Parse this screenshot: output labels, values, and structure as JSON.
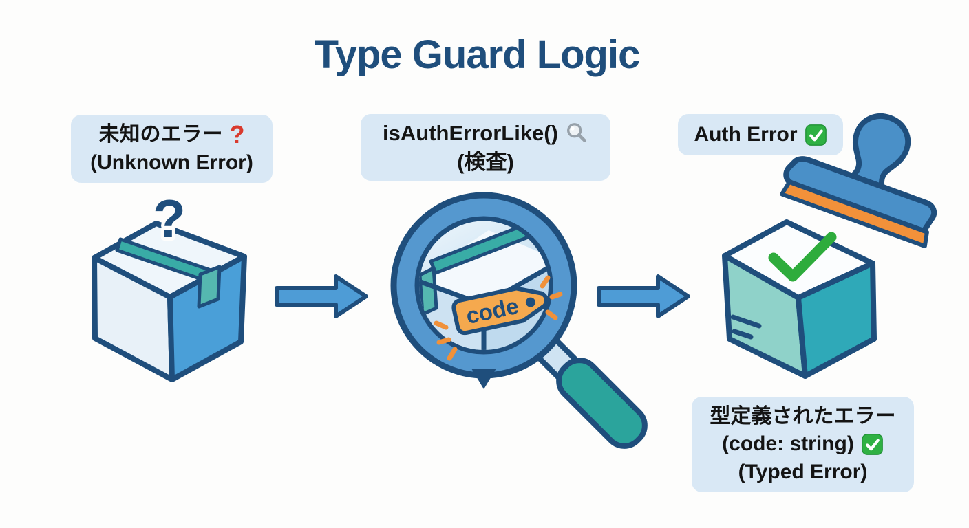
{
  "title": "Type Guard Logic",
  "stages": {
    "unknown": {
      "label_jp": "未知のエラー",
      "label_en": "(Unknown Error)",
      "icon_glyph": "?",
      "box_glyph": "?"
    },
    "inspect": {
      "label_fn": "isAuthErrorLike()",
      "label_jp": "(検査)"
    },
    "result_stamp": {
      "label_en": "Auth Error"
    },
    "result_typed": {
      "label_jp": "型定義されたエラー",
      "label_code": "(code: string)",
      "label_en": "(Typed Error)"
    }
  },
  "magnifier": {
    "tag_text": "code"
  },
  "colors": {
    "title_navy": "#1f4e7c",
    "label_bg": "#d9e8f5",
    "outline_navy": "#1f4e7c",
    "box_right_blue": "#4a9fd8",
    "box_left_light": "#e8f1f8",
    "box_top_light": "#eff6fb",
    "tape_teal": "#39aca6",
    "flap_teal": "#55b8b0",
    "arrow_blue": "#4e9cd6",
    "ring_blue": "#5598cf",
    "tag_orange": "#f5a94e",
    "sparkle_orange": "#f0913a",
    "grip_teal": "#2ba49c",
    "stamp_blue": "#4a90c8",
    "stamp_orange": "#f2913a",
    "teal_box_left": "#8fd2c9",
    "teal_box_right": "#2fa9b8",
    "check_green": "#2eac3c",
    "emoji_green": "#2fb143",
    "question_red": "#d93a2e"
  }
}
